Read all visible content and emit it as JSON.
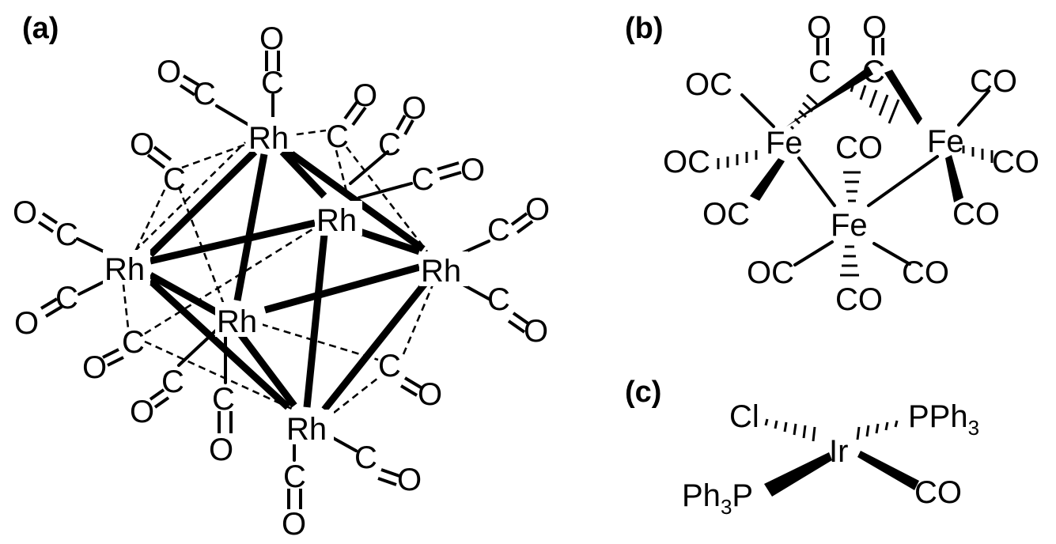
{
  "panels": {
    "a": {
      "label": "(a)",
      "rh_atom": "Rh",
      "carbon": "C",
      "oxygen": "O"
    },
    "b": {
      "label": "(b)",
      "fe_atom": "Fe",
      "oc_left": "OC",
      "co_right": "CO",
      "carbon": "C",
      "oxygen": "O"
    },
    "c": {
      "label": "(c)",
      "ir_atom": "Ir",
      "cl_ligand": "Cl",
      "pph3_prefix": "PPh",
      "pph3_subscript": "3",
      "ph3p_prefix": "Ph",
      "ph3p_subscript": "3",
      "ph3p_suffix": "P",
      "co_ligand": "CO"
    }
  }
}
